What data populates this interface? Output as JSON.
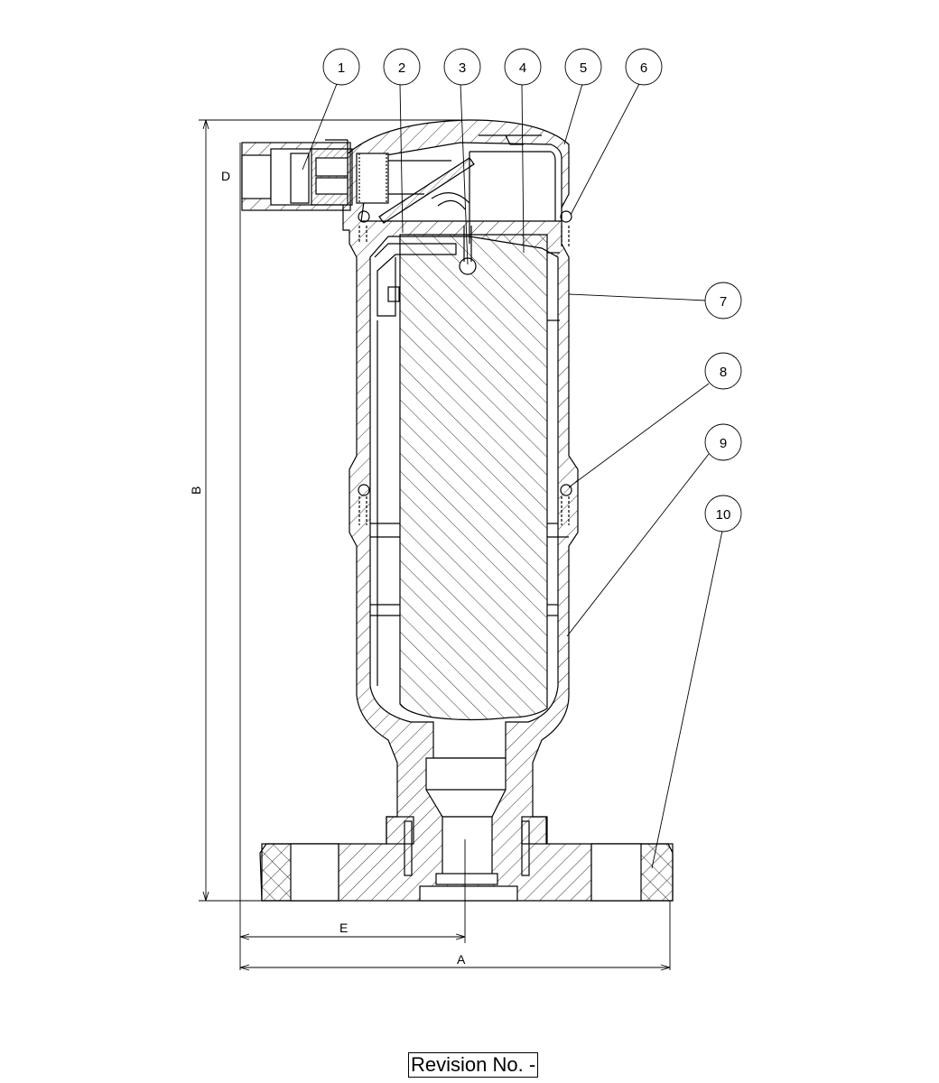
{
  "balloons": [
    "1",
    "2",
    "3",
    "4",
    "5",
    "6",
    "7",
    "8",
    "9",
    "10"
  ],
  "dimensions": {
    "a": "A",
    "b": "B",
    "d": "D",
    "e": "E"
  },
  "revision": "Revision No. -"
}
